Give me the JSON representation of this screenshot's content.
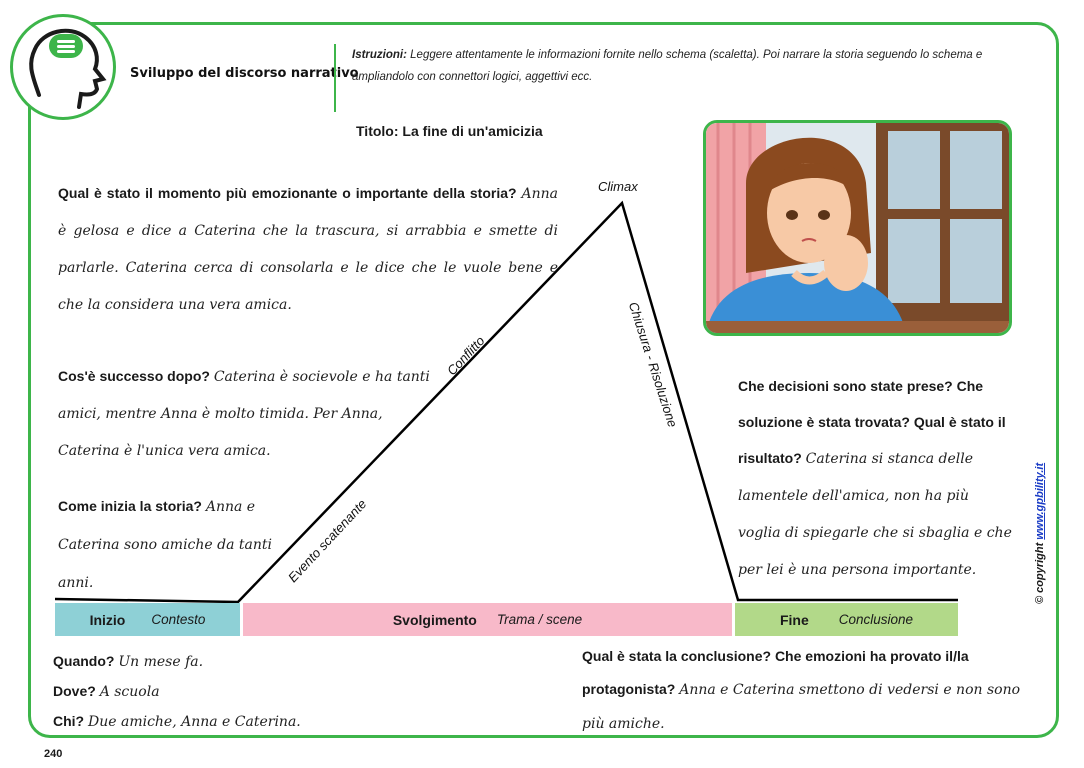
{
  "header": {
    "section_title": "Sviluppo del discorso narrativo",
    "instructions_label": "Istruzioni:",
    "instructions_text": "Leggere attentamente le informazioni fornite nello schema (scaletta). Poi narrare la storia seguendo lo schema e ampliandolo con connettori logici, aggettivi ecc."
  },
  "title": "Titolo: La fine di un'amicizia",
  "arc_labels": {
    "climax": "Climax",
    "conflitto": "Conflitto",
    "evento": "Evento scatenante",
    "chiusura": "Chiusura - Risoluzione"
  },
  "climax_block": {
    "question": "Qual è stato il momento più emozionante o importante della storia?",
    "answer": "Anna è gelosa e dice a Caterina che la trascura, si arrabbia e smette di parlarle. Caterina cerca di consolarla e le dice che le vuole bene e che la considera una vera amica."
  },
  "conflict_block": {
    "question": "Cos'è successo dopo?",
    "answer": "Caterina è socievole e ha tanti amici, mentre Anna è molto timida. Per Anna, Caterina è l'unica vera amica."
  },
  "start_block": {
    "question": "Come inizia la storia?",
    "answer": "Anna e Caterina sono amiche da tanti anni."
  },
  "resolution_block": {
    "question": "Che decisioni sono state prese? Che soluzione è stata trovata? Qual è stato il risultato?",
    "answer": "Caterina si stanca delle lamentele dell'amica, non ha più voglia di spiegarle che si sbaglia e che per lei è una persona importante."
  },
  "bars": {
    "inizio_label": "Inizio",
    "inizio_value": "Contesto",
    "svolgimento_label": "Svolgimento",
    "svolgimento_value": "Trama / scene",
    "fine_label": "Fine",
    "fine_value": "Conclusione",
    "colors": {
      "inizio": "#8ed0d6",
      "svolgimento": "#f8b9c9",
      "fine": "#b2d989",
      "accent": "#3db54a"
    }
  },
  "context": [
    {
      "q": "Quando?",
      "a": "Un mese fa."
    },
    {
      "q": "Dove?",
      "a": "A scuola"
    },
    {
      "q": "Chi?",
      "a": "Due amiche, Anna e Caterina."
    }
  ],
  "conclusion_block": {
    "question": "Qual è stata la conclusione? Che emozioni ha provato il/la protagonista?",
    "answer": "Anna e Caterina smettono di vedersi e non sono più amiche."
  },
  "footer": {
    "page_number": "240",
    "copyright_label": "© copyright",
    "copyright_link": "www.gpbility.it"
  },
  "icons": {
    "logo": "head-speech-icon"
  }
}
